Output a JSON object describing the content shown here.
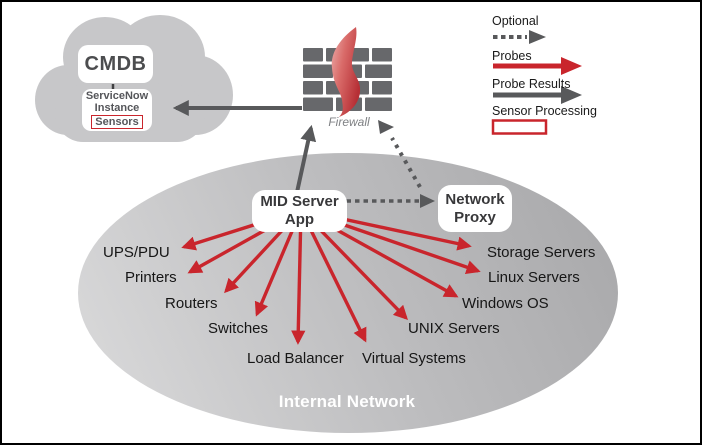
{
  "cloud": {
    "title": "CMDB",
    "instance_line1": "ServiceNow",
    "instance_line2": "Instance",
    "sensors_label": "Sensors"
  },
  "firewall": {
    "label": "Firewall"
  },
  "legend": {
    "items": [
      {
        "label": "Optional",
        "type": "dashed-gray-arrow"
      },
      {
        "label": "Probes",
        "type": "solid-red-arrow"
      },
      {
        "label": "Probe Results",
        "type": "solid-gray-arrow"
      },
      {
        "label": "Sensor Processing",
        "type": "red-outline-box"
      }
    ]
  },
  "network": {
    "title": "Internal Network",
    "mid_server": {
      "line1": "MID Server",
      "line2": "App"
    },
    "proxy": {
      "line1": "Network",
      "line2": "Proxy"
    },
    "devices": [
      "UPS/PDU",
      "Printers",
      "Routers",
      "Switches",
      "Load Balancer",
      "Virtual Systems",
      "UNIX Servers",
      "Windows OS",
      "Linux Servers",
      "Storage Servers"
    ]
  },
  "icons": {
    "firewall": "brick-wall-with-flame",
    "cloud": "cloud-shape"
  },
  "colors": {
    "probe_red": "#c9252c",
    "arrow_gray": "#58595b",
    "cloud_gray": "#c7c7c9",
    "ellipse_light": "#d7d7d8",
    "ellipse_dark": "#aaaaac",
    "brick_gray": "#67686b"
  }
}
